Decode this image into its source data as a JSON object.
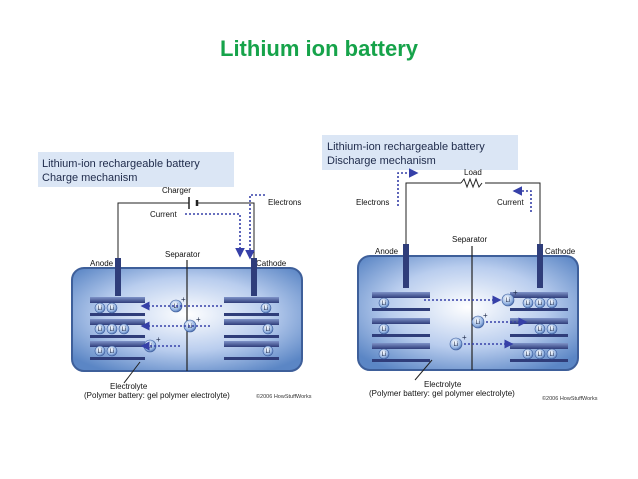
{
  "slide": {
    "title": "Lithium ion battery",
    "colors": {
      "title": "#16a34a",
      "arrow": "#3640a8",
      "panel": "#5b86c5",
      "label_bg": "#dbe6f5"
    }
  },
  "left": {
    "heading_line1": "Lithium-ion rechargeable battery",
    "heading_line2": "Charge mechanism",
    "charger": "Charger",
    "electrons": "Electrons",
    "current": "Current",
    "anode": "Anode",
    "cathode": "Cathode",
    "separator": "Separator",
    "electrolyte": "Electrolyte",
    "electrolyte_note": "(Polymer battery: gel polymer electrolyte)",
    "copyright": "©2006 HowStuffWorks",
    "ion_label": "Li",
    "plus": "+"
  },
  "right": {
    "heading_line1": "Lithium-ion rechargeable battery",
    "heading_line2": "Discharge mechanism",
    "load": "Load",
    "electrons": "Electrons",
    "current": "Current",
    "anode": "Anode",
    "cathode": "Cathode",
    "separator": "Separator",
    "electrolyte": "Electrolyte",
    "electrolyte_note": "(Polymer battery: gel polymer electrolyte)",
    "copyright": "©2006 HowStuffWorks",
    "ion_label": "Li",
    "plus": "+"
  }
}
